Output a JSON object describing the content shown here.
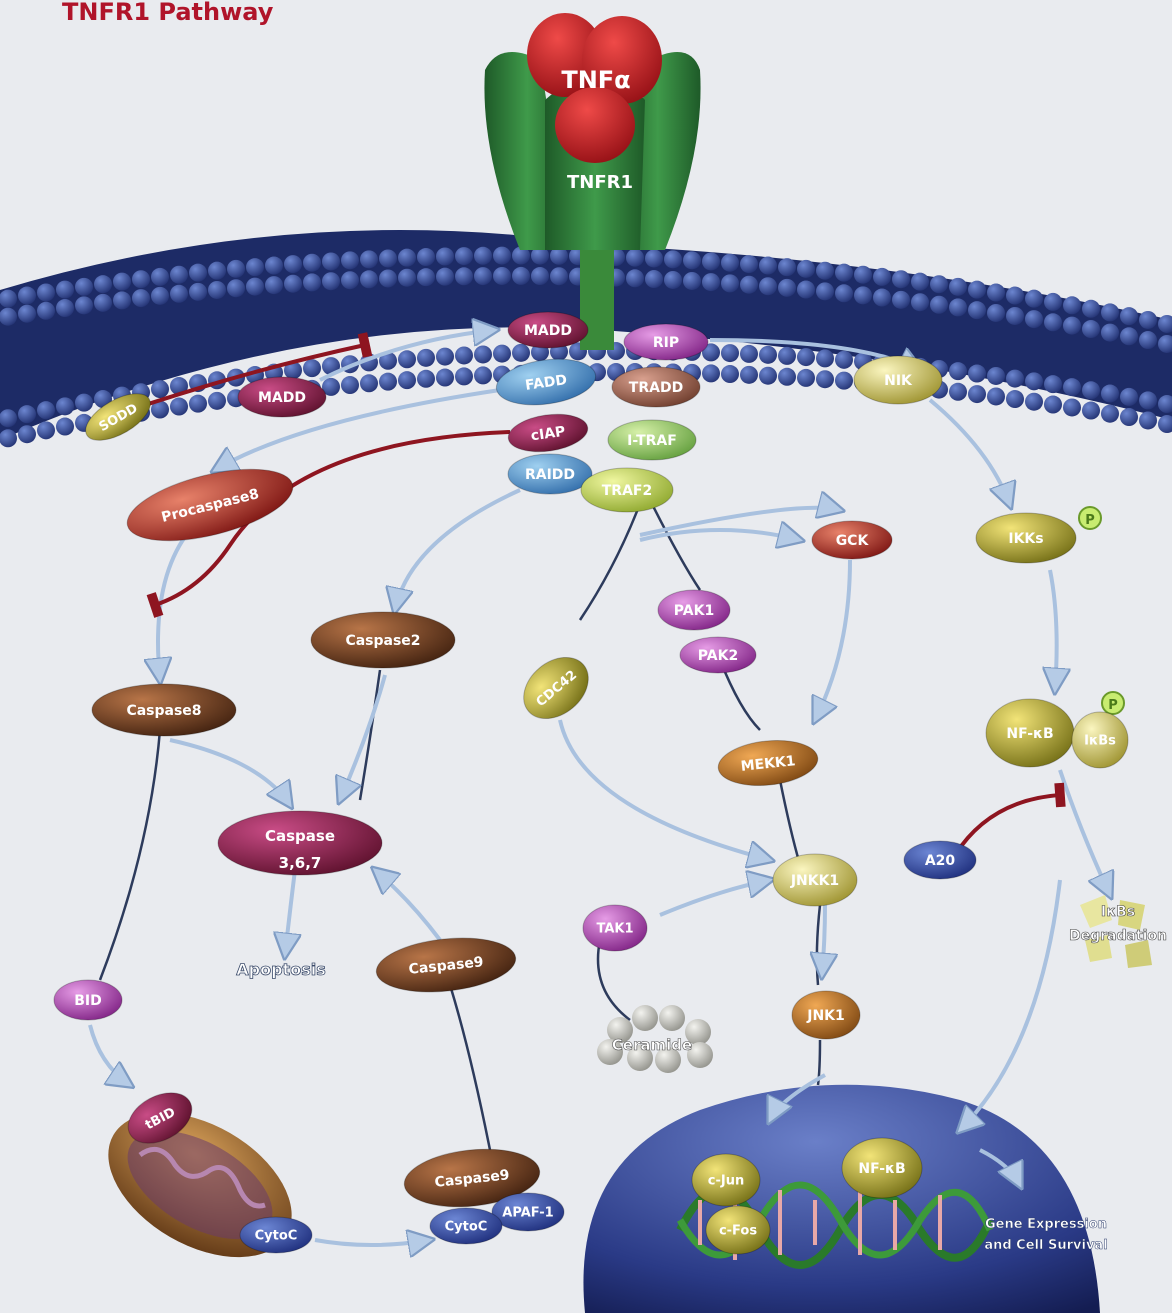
{
  "title": "TNFR1 Pathway",
  "receptor": {
    "ligand": "TNFα",
    "receptor": "TNFR1"
  },
  "nodes": {
    "madd_top": "MADD",
    "rip": "RIP",
    "fadd": "FADD",
    "tradd": "TRADD",
    "ciap": "cIAP",
    "itraf": "I-TRAF",
    "raidd": "RAIDD",
    "traf2": "TRAF2",
    "sodd": "SODD",
    "madd_left": "MADD",
    "nik": "NIK",
    "procaspase8": "Procaspase8",
    "gck": "GCK",
    "ikks": "IKKs",
    "caspase2": "Caspase2",
    "pak1": "PAK1",
    "pak2": "PAK2",
    "cdc42": "CDC42",
    "caspase8": "Caspase8",
    "nfkb_cyto": "NF-κB",
    "ikbs": "IκBs",
    "mekk1": "MEKK1",
    "caspase367_l1": "Caspase",
    "caspase367_l2": "3,6,7",
    "a20": "A20",
    "jnkk1": "JNKK1",
    "tak1": "TAK1",
    "apoptosis": "Apoptosis",
    "caspase9_top": "Caspase9",
    "ikbs_deg_l1": "IκBs",
    "ikbs_deg_l2": "Degradation",
    "bid": "BID",
    "jnk1": "JNK1",
    "ceramide": "Ceramide",
    "tbid": "tBID",
    "caspase9_bottom": "Caspase9",
    "apaf1": "APAF-1",
    "cytoc_mito": "CytoC",
    "cytoc_apop": "CytoC",
    "cjun": "c-Jun",
    "cfos": "c-Fos",
    "nfkb_nuc": "NF-κB",
    "gene_l1": "Gene Expression",
    "gene_l2": "and Cell Survival"
  },
  "phospho_label": "P",
  "colors": {
    "title": "#b0142a",
    "membrane": "#2c3f86",
    "receptor_green": "#2f7a3a",
    "ligand_red": "#c5141c",
    "arrow": "#a9c1df",
    "inhibit": "#8e1520",
    "line": "#2d3b5c"
  }
}
